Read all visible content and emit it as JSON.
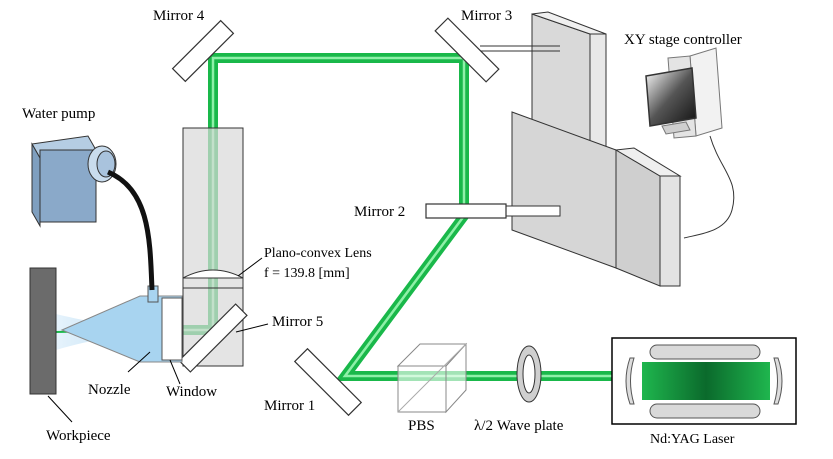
{
  "labels": {
    "mirror4": "Mirror 4",
    "mirror3": "Mirror 3",
    "mirror2": "Mirror 2",
    "mirror1": "Mirror 1",
    "mirror5": "Mirror 5",
    "xy_stage": "XY stage controller",
    "water_pump": "Water pump",
    "lens_name": "Plano-convex Lens",
    "lens_focal": "f = 139.8 [mm]",
    "nozzle": "Nozzle",
    "window": "Window",
    "workpiece": "Workpiece",
    "pbs": "PBS",
    "wave_plate": "λ/2 Wave plate",
    "laser": "Nd:YAG  Laser"
  },
  "colors": {
    "beam": "#19b84a",
    "beam_light": "#8ef0a8",
    "water_jet": "#a8d4f0",
    "pump_body": "#8aa9c9",
    "stage_gray": "#d9d9d9",
    "workpiece": "#6b6b6b",
    "mirror_fill": "#ffffff"
  }
}
